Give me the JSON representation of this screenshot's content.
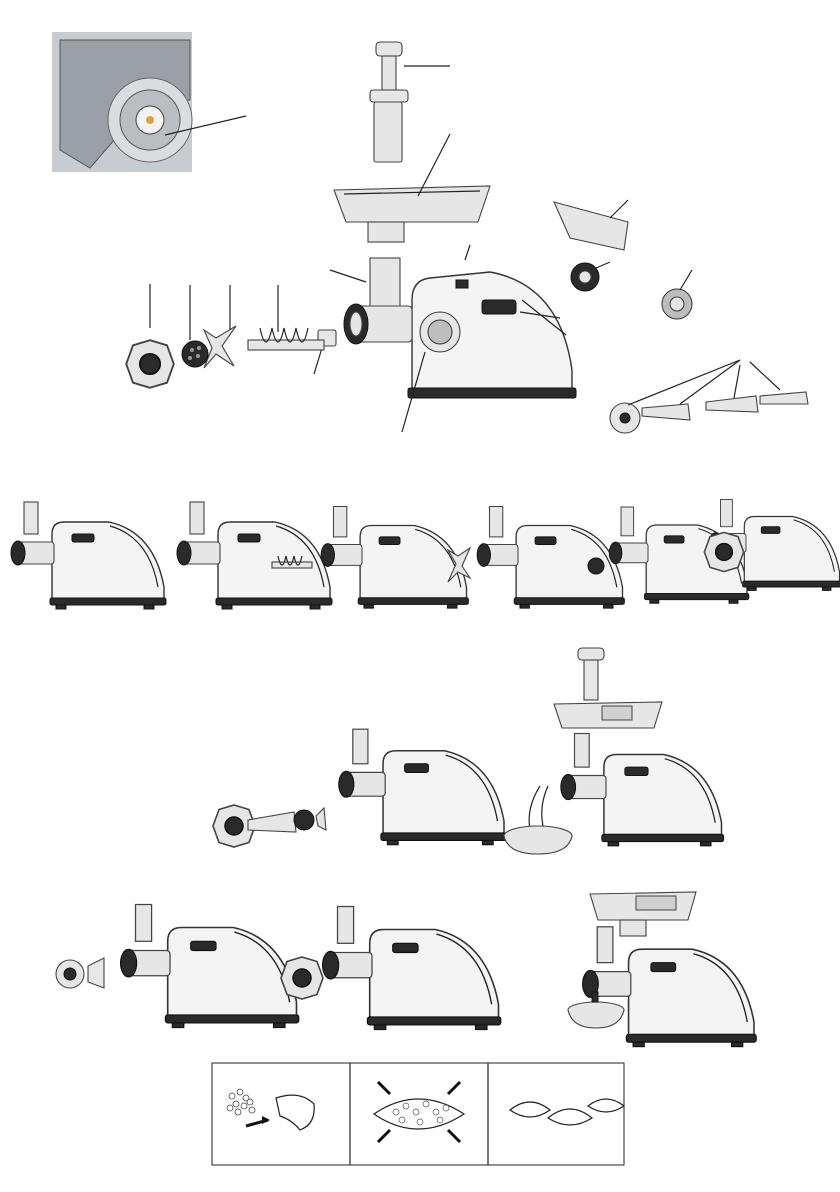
{
  "page": {
    "title": "",
    "background": "#ffffff",
    "line_color": "#222222"
  },
  "sections": {
    "parts_overview": {
      "photo": "grinder-head-closeup",
      "parts": [
        "pusher",
        "food-tray",
        "screen-cover",
        "reverse-switch",
        "nozzle",
        "lock-nut",
        "cutting-plate",
        "cross-blade",
        "auger",
        "drive-shaft",
        "grinder-head",
        "motor-base",
        "sausage-tubes",
        "kebbe-attachment"
      ]
    },
    "assembly_steps": {
      "count": 6
    },
    "usage_scenes": {
      "count": 2
    },
    "attachment_scenes": {
      "count": 3
    },
    "sausage_steps": {
      "count": 3
    }
  }
}
